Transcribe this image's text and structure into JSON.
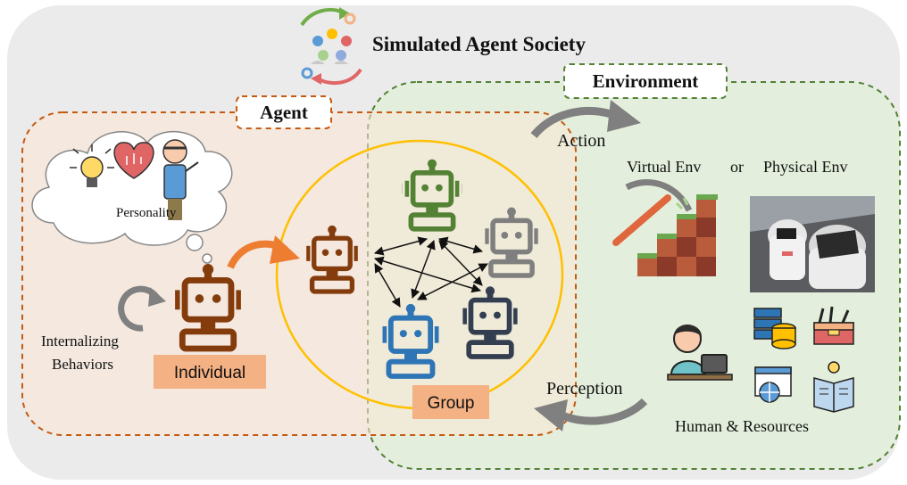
{
  "title": "Simulated Agent Society",
  "agent_box": {
    "label": "Agent"
  },
  "environment_box": {
    "label": "Environment"
  },
  "personality": {
    "label": "Personality"
  },
  "internalizing": {
    "label": "Internalizing\nBehaviors"
  },
  "individual": {
    "label": "Individual"
  },
  "group": {
    "label": "Group"
  },
  "action": {
    "label": "Action"
  },
  "perception": {
    "label": "Perception"
  },
  "env_types": {
    "virtual": "Virtual Env",
    "or": "or",
    "physical": "Physical Env"
  },
  "resources": {
    "label": "Human & Resources"
  },
  "colors": {
    "outer_bg": "#ebebeb",
    "agent_border": "#c55a11",
    "agent_fill": "#fbe5d6",
    "env_border": "#548235",
    "env_fill": "#e2f0d9",
    "circle": "#ffc000",
    "robot_individual": "#843c0c",
    "robot_green": "#548235",
    "robot_gray": "#7f7f7f",
    "robot_blue": "#2e75b6",
    "robot_dark": "#333f50",
    "label_bg": "#f4b183",
    "arrow_orange": "#ed7d31",
    "arrow_gray": "#808080"
  }
}
